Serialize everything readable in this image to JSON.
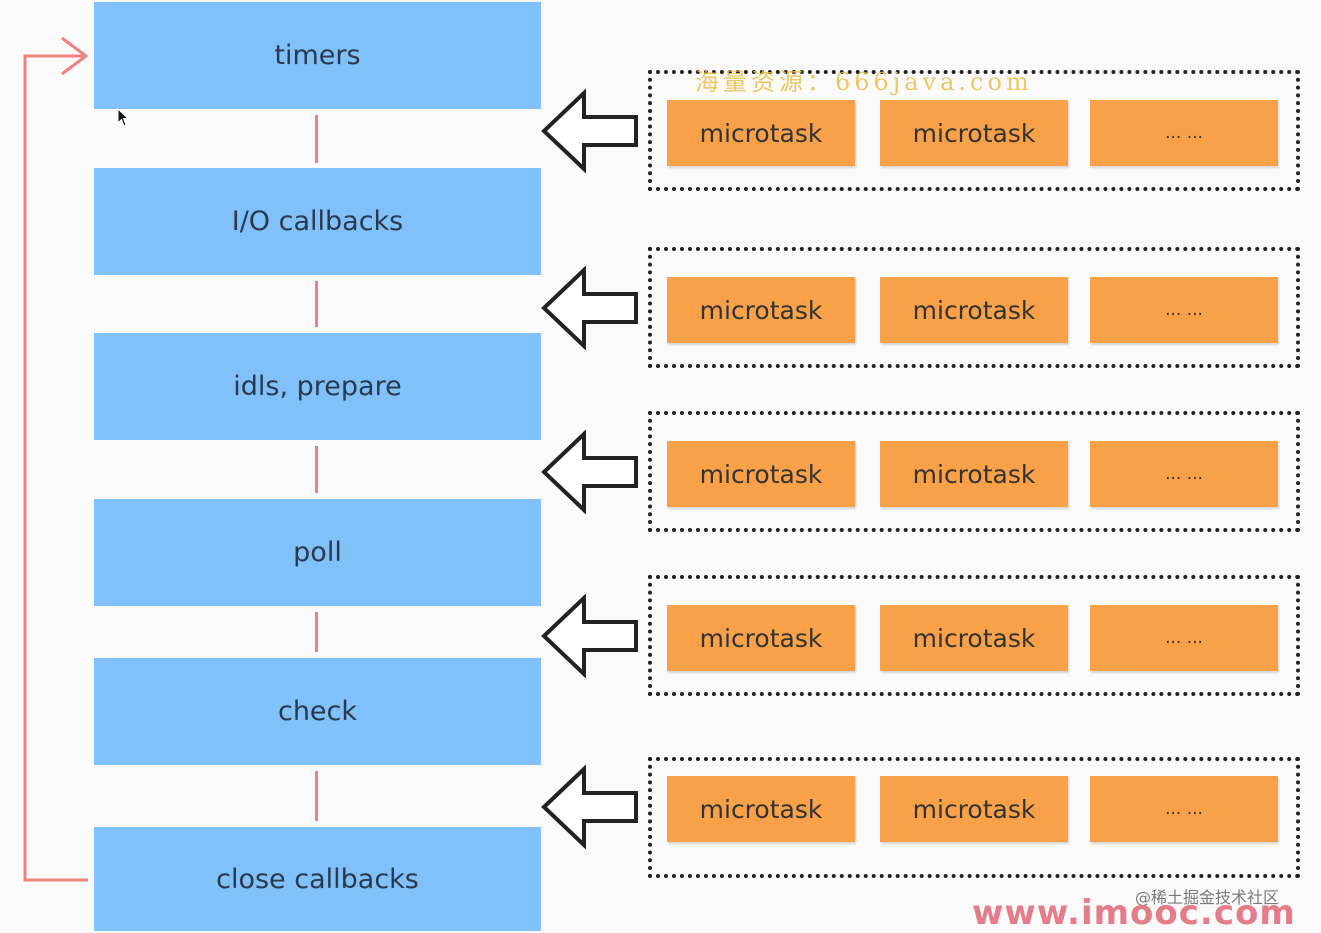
{
  "phases": [
    {
      "label": "timers"
    },
    {
      "label": "I/O callbacks"
    },
    {
      "label": "idls, prepare"
    },
    {
      "label": "poll"
    },
    {
      "label": "check"
    },
    {
      "label": "close callbacks"
    }
  ],
  "queues": [
    {
      "tasks": [
        "microtask",
        "microtask",
        "... ..."
      ]
    },
    {
      "tasks": [
        "microtask",
        "microtask",
        "... ..."
      ]
    },
    {
      "tasks": [
        "microtask",
        "microtask",
        "... ..."
      ]
    },
    {
      "tasks": [
        "microtask",
        "microtask",
        "... ..."
      ]
    },
    {
      "tasks": [
        "microtask",
        "microtask",
        "... ..."
      ]
    }
  ],
  "watermarks": {
    "top": "海量资源：666java.com",
    "site": "www.imooc.com",
    "credit": "@稀土掘金技术社区"
  },
  "colors": {
    "phase": "#80c0fb",
    "microtask": "#f9a148",
    "connector": "#f08080",
    "loop": "#f08080"
  }
}
